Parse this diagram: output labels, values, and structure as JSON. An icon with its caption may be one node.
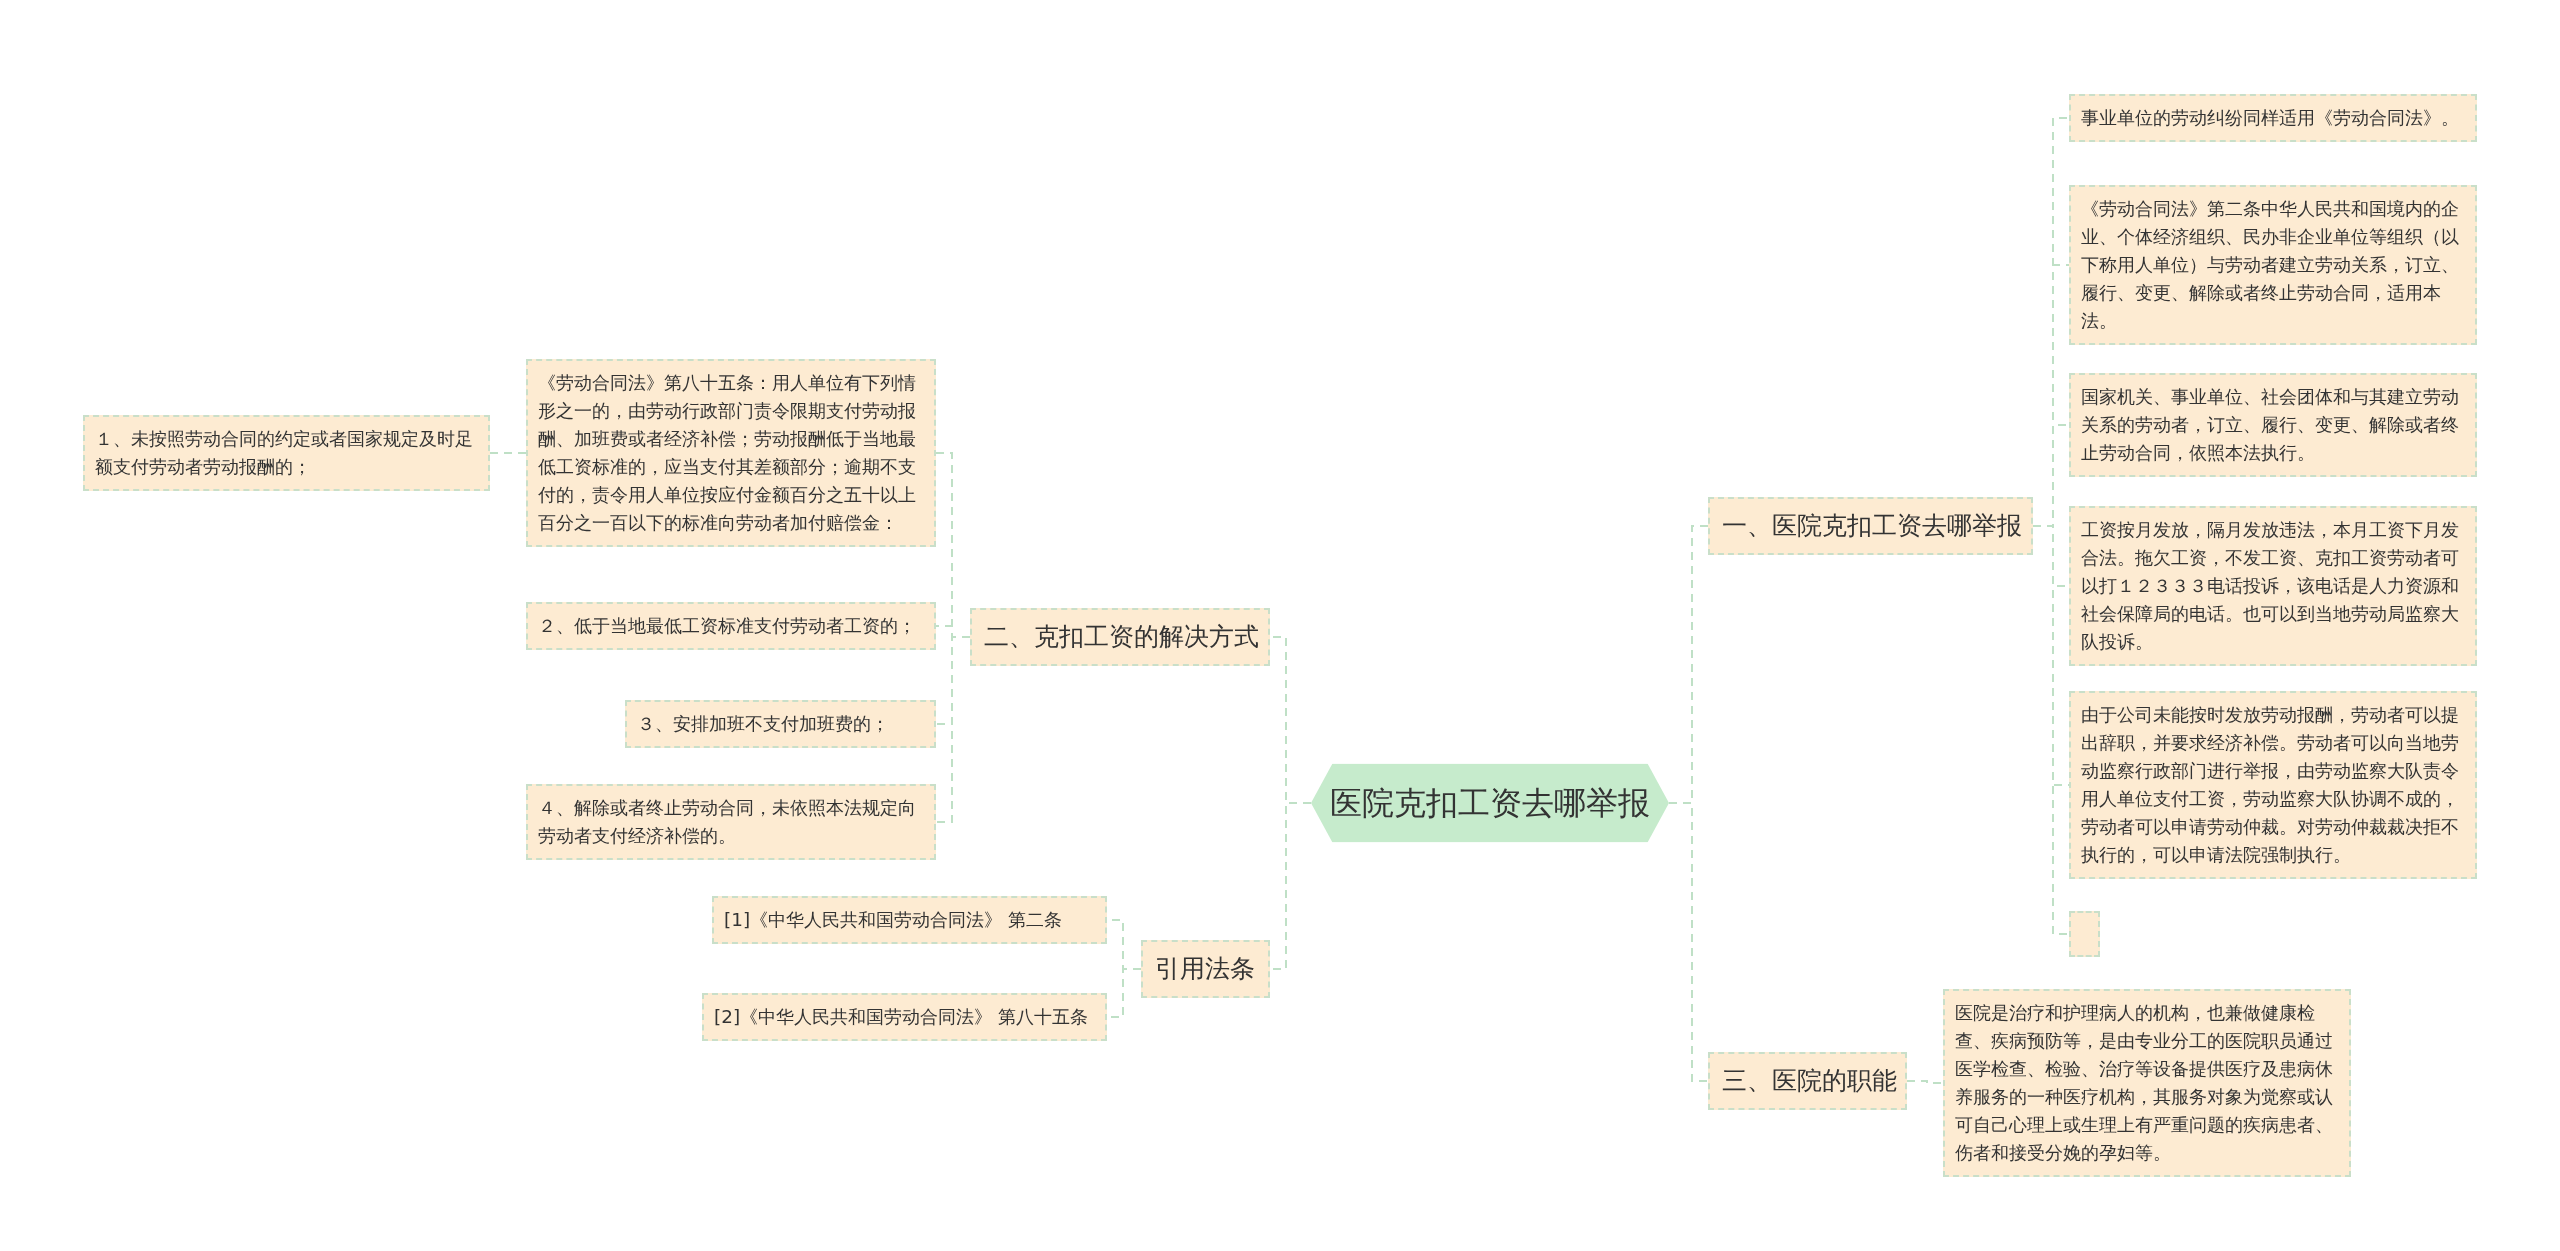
{
  "diagram": {
    "nodes": [
      {
        "text": [
          "医院克扣工资去哪举报"
        ]
      },
      {
        "text": [
          "一、医院克扣工资去哪举报"
        ]
      },
      {
        "text": [
          "事业单位的劳动纠纷同样适用《劳动合同法》。"
        ]
      },
      {
        "text": [
          "《劳动合同法》第二条中华人民共和国境内的企业、个体经济组织、民办非企业单位等组织（以下称用人单位）与劳动者建立劳动关系，订立、履行、变更、解除或者终止劳动合同，适用本法。"
        ]
      },
      {
        "text": [
          "国家机关、事业单位、社会团体和与其建立劳动关系的劳动者，订立、履行、变更、解除或者终止劳动合同，依照本法执行。"
        ]
      },
      {
        "text": [
          "工资按月发放，隔月发放违法，本月工资下月发合法。拖欠工资，不发工资、克扣工资劳动者可以打１２３３３电话投诉，该电话是人力资源和社会保障局的电话。也可以到当地劳动局监察大队投诉。"
        ]
      },
      {
        "text": [
          "由于公司未能按时发放劳动报酬，劳动者可以提出辞职，并要求经济补偿。劳动者可以向当地劳动监察行政部门进行举报，由劳动监察大队责令用人单位支付工资，劳动监察大队协调不成的，劳动者可以申请劳动仲裁。对劳动仲裁裁决拒不执行的，可以申请法院强制执行。"
        ]
      },
      {
        "text": [],
        "shape": "box"
      },
      {
        "text": [
          "三、医院的职能"
        ]
      },
      {
        "text": [
          "医院是治疗和护理病人的机构，也兼做健康检查、疾病预防等，是由专业分工的医院职员通过医学检查、检验、治疗等设备提供医疗及患病休养服务的一种医疗机构，其服务对象为觉察或认可自己心理上或生理上有严重问题的疾病患者、伤者和接受分娩的孕妇等。"
        ]
      },
      {
        "text": [
          "二、克扣工资的解决方式"
        ]
      },
      {
        "text": [
          "《劳动合同法》第八十五条：用人单位有下列情形之一的，由劳动行政部门责令限期支付劳动报酬、加班费或者经济补偿；劳动报酬低于当地最低工资标准的，应当支付其差额部分；逾期不支付的，责令用人单位按应付金额百分之五十以上百分之一百以下的标准向劳动者加付赔偿金："
        ]
      },
      {
        "text": [
          "１、未按照劳动合同的约定或者国家规定及时足额支付劳动者劳动报酬的；"
        ]
      },
      {
        "text": [
          "２、低于当地最低工资标准支付劳动者工资的；"
        ]
      },
      {
        "text": [
          "３、安排加班不支付加班费的；"
        ]
      },
      {
        "text": [
          "４、解除或者终止劳动合同，未依照本法规定向劳动者支付经济补偿的。"
        ]
      },
      {
        "text": [
          "引用法条"
        ]
      },
      {
        "text": [
          "[1]《中华人民共和国劳动合同法》 第二条"
        ]
      },
      {
        "text": [
          "[2]《中华人民共和国劳动合同法》 第八十五条"
        ]
      }
    ],
    "edges": [
      {
        "from": 0,
        "to": 1,
        "arrow": "none",
        "style": "dashed"
      },
      {
        "from": 1,
        "to": 2,
        "arrow": "none",
        "style": "dashed"
      },
      {
        "from": 1,
        "to": 3,
        "arrow": "none",
        "style": "dashed"
      },
      {
        "from": 1,
        "to": 4,
        "arrow": "none",
        "style": "dashed"
      },
      {
        "from": 1,
        "to": 5,
        "arrow": "none",
        "style": "dashed"
      },
      {
        "from": 1,
        "to": 6,
        "arrow": "none",
        "style": "dashed"
      },
      {
        "from": 1,
        "to": 7,
        "arrow": "none",
        "style": "dashed"
      },
      {
        "from": 0,
        "to": 8,
        "arrow": "none",
        "style": "dashed"
      },
      {
        "from": 8,
        "to": 9,
        "arrow": "none",
        "style": "dashed"
      },
      {
        "from": 0,
        "to": 10,
        "arrow": "none",
        "style": "dashed"
      },
      {
        "from": 10,
        "to": 11,
        "arrow": "none",
        "style": "dashed"
      },
      {
        "from": 11,
        "to": 12,
        "arrow": "none",
        "style": "dashed"
      },
      {
        "from": 10,
        "to": 13,
        "arrow": "none",
        "style": "dashed"
      },
      {
        "from": 10,
        "to": 14,
        "arrow": "none",
        "style": "dashed"
      },
      {
        "from": 10,
        "to": 15,
        "arrow": "none",
        "style": "dashed"
      },
      {
        "from": 0,
        "to": 16,
        "arrow": "none",
        "style": "dashed"
      },
      {
        "from": 16,
        "to": 17,
        "arrow": "none",
        "style": "dashed"
      },
      {
        "from": 16,
        "to": 18,
        "arrow": "none",
        "style": "dashed"
      }
    ]
  }
}
